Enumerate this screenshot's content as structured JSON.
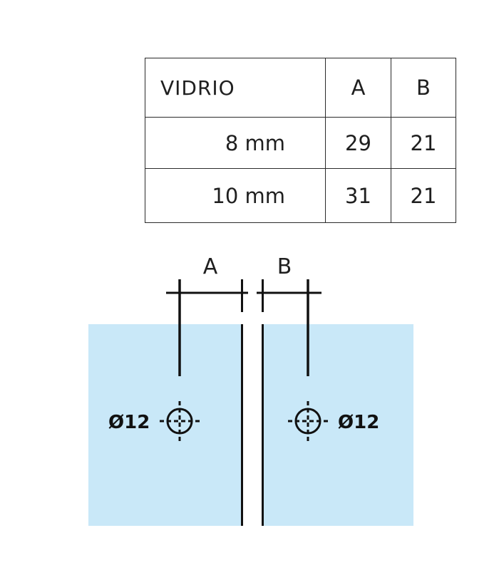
{
  "table": {
    "headers": [
      "VIDRIO",
      "A",
      "B"
    ],
    "rows": [
      {
        "vidrio": "8 mm",
        "a": "29",
        "b": "21"
      },
      {
        "vidrio": "10 mm",
        "a": "31",
        "b": "21"
      }
    ]
  },
  "diagram": {
    "dimension_a_label": "A",
    "dimension_b_label": "B",
    "hole_left_label": "Ø12",
    "hole_right_label": "Ø12"
  },
  "colors": {
    "glass": "#c9e8f8",
    "line": "#111111"
  }
}
